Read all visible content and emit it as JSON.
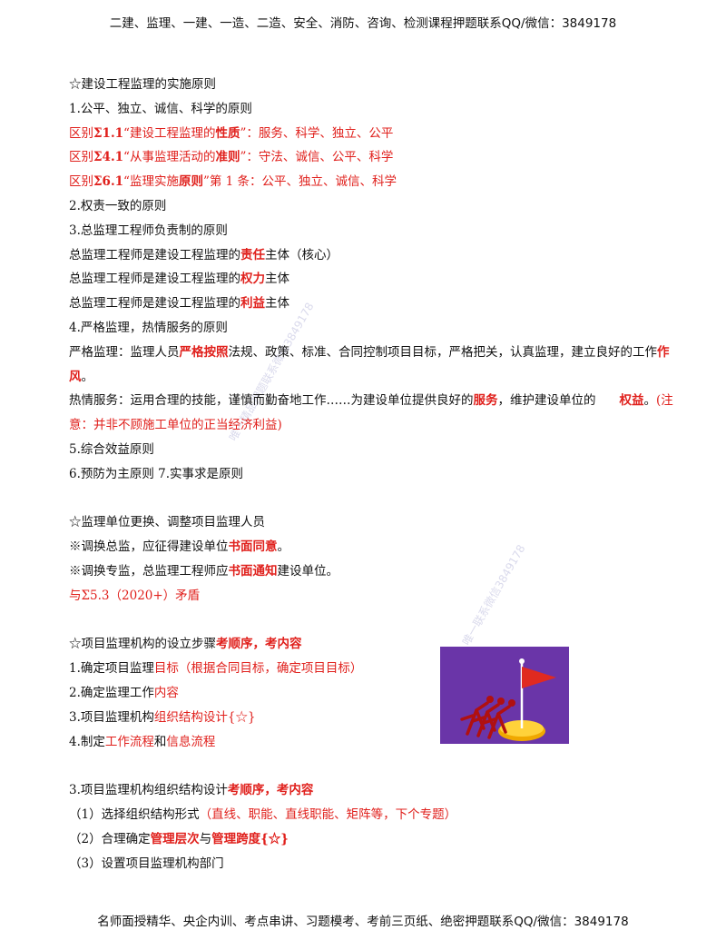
{
  "header": {
    "text": "二建、监理、一建、一造、二造、安全、消防、咨询、检测课程押题联系QQ/微信：3849178"
  },
  "footer": {
    "text": "名师面授精华、央企内训、考点串讲、习题模考、考前三页纸、绝密押题联系QQ/微信：3849178"
  },
  "watermarks": [
    "唯一精品押题联系微信3849178",
    "唯一联系微信3849178"
  ],
  "section1": {
    "title": "☆建设工程监理的实施原则",
    "p1": "1.公平、独立、诚信、科学的原则",
    "diff1": {
      "a": "区别",
      "b": "Σ1.1",
      "c": "“建设工程监理的",
      "d": "性质",
      "e": "”：服务、科学、独立、公平"
    },
    "diff2": {
      "a": "区别",
      "b": "Σ4.1",
      "c": "“从事监理活动的",
      "d": "准则",
      "e": "”：守法、诚信、公平、科学"
    },
    "diff3": {
      "a": "区别",
      "b": "Σ6.1",
      "c": "“监理实施",
      "d": "原则",
      "e": "”第 1 条：公平、独立、诚信、科学"
    },
    "p2": "2.权责一致的原则",
    "p3": "3.总监理工程师负责制的原则",
    "z1": {
      "a": "总监理工程师是建设工程监理的",
      "b": "责任",
      "c": "主体（核心）"
    },
    "z2": {
      "a": "总监理工程师是建设工程监理的",
      "b": "权力",
      "c": "主体"
    },
    "z3": {
      "a": "总监理工程师是建设工程监理的",
      "b": "利益",
      "c": "主体"
    },
    "p4": "4.严格监理，热情服务的原则",
    "strict": {
      "a": "严格监理：监理人员",
      "b": "严格按照",
      "c": "法规、政策、标准、合同控制项目目标，严格把关，认真监理，建立良好的工作",
      "d": "作",
      "e": "风",
      "f": "。"
    },
    "service": {
      "a": "热情服务：运用合理的技能，谨慎而勤奋地工作……为建设单位提供良好的",
      "b": "服务",
      "c": "，维护建设单位的",
      "d": "权益",
      "e": "。",
      "f": "(注",
      "g": "意：并非不顾施工单位的正当经济利益)"
    },
    "p5": "5.综合效益原则",
    "p6": "6.预防为主原则 7.实事求是原则"
  },
  "section2": {
    "title": "☆监理单位更换、调整项目监理人员",
    "l1": {
      "a": "※调换总监，应征得建设单位",
      "b": "书面同意",
      "c": "。"
    },
    "l2": {
      "a": "※调换专监，总监理工程师应",
      "b": "书面通知",
      "c": "建设单位。"
    },
    "l3": "与Σ5.3（2020+）矛盾"
  },
  "section3": {
    "title": {
      "a": "☆项目监理机构的设立步骤",
      "b": "考顺序，考内容"
    },
    "s1": {
      "a": "1.确定项目监理",
      "b": "目标（根据合同目标，确定项目目标）"
    },
    "s2": {
      "a": "2.确定监理工作",
      "b": "内容"
    },
    "s3": {
      "a": "3.项目监理机构",
      "b": "组织结构设计{☆}"
    },
    "s4": {
      "a": "4.制定",
      "b": "工作流程",
      "c": "和",
      "d": "信息流程"
    }
  },
  "section4": {
    "title": {
      "a": "3.项目监理机构组织结构设计",
      "b": "考顺序，考内容"
    },
    "i1": {
      "a": "（1）选择组织结构形式",
      "b": "（直线、职能、直线职能、矩阵等，下个专题）"
    },
    "i2": {
      "a": "（2）合理确定",
      "b": "管理层次",
      "c": "与",
      "d": "管理跨度",
      "e": "{☆}"
    },
    "i3": "（3）设置项目监理机构部门"
  },
  "picture": {
    "icon": "runners-flag-goal-clipart",
    "bg_color": "#6a35a8"
  }
}
